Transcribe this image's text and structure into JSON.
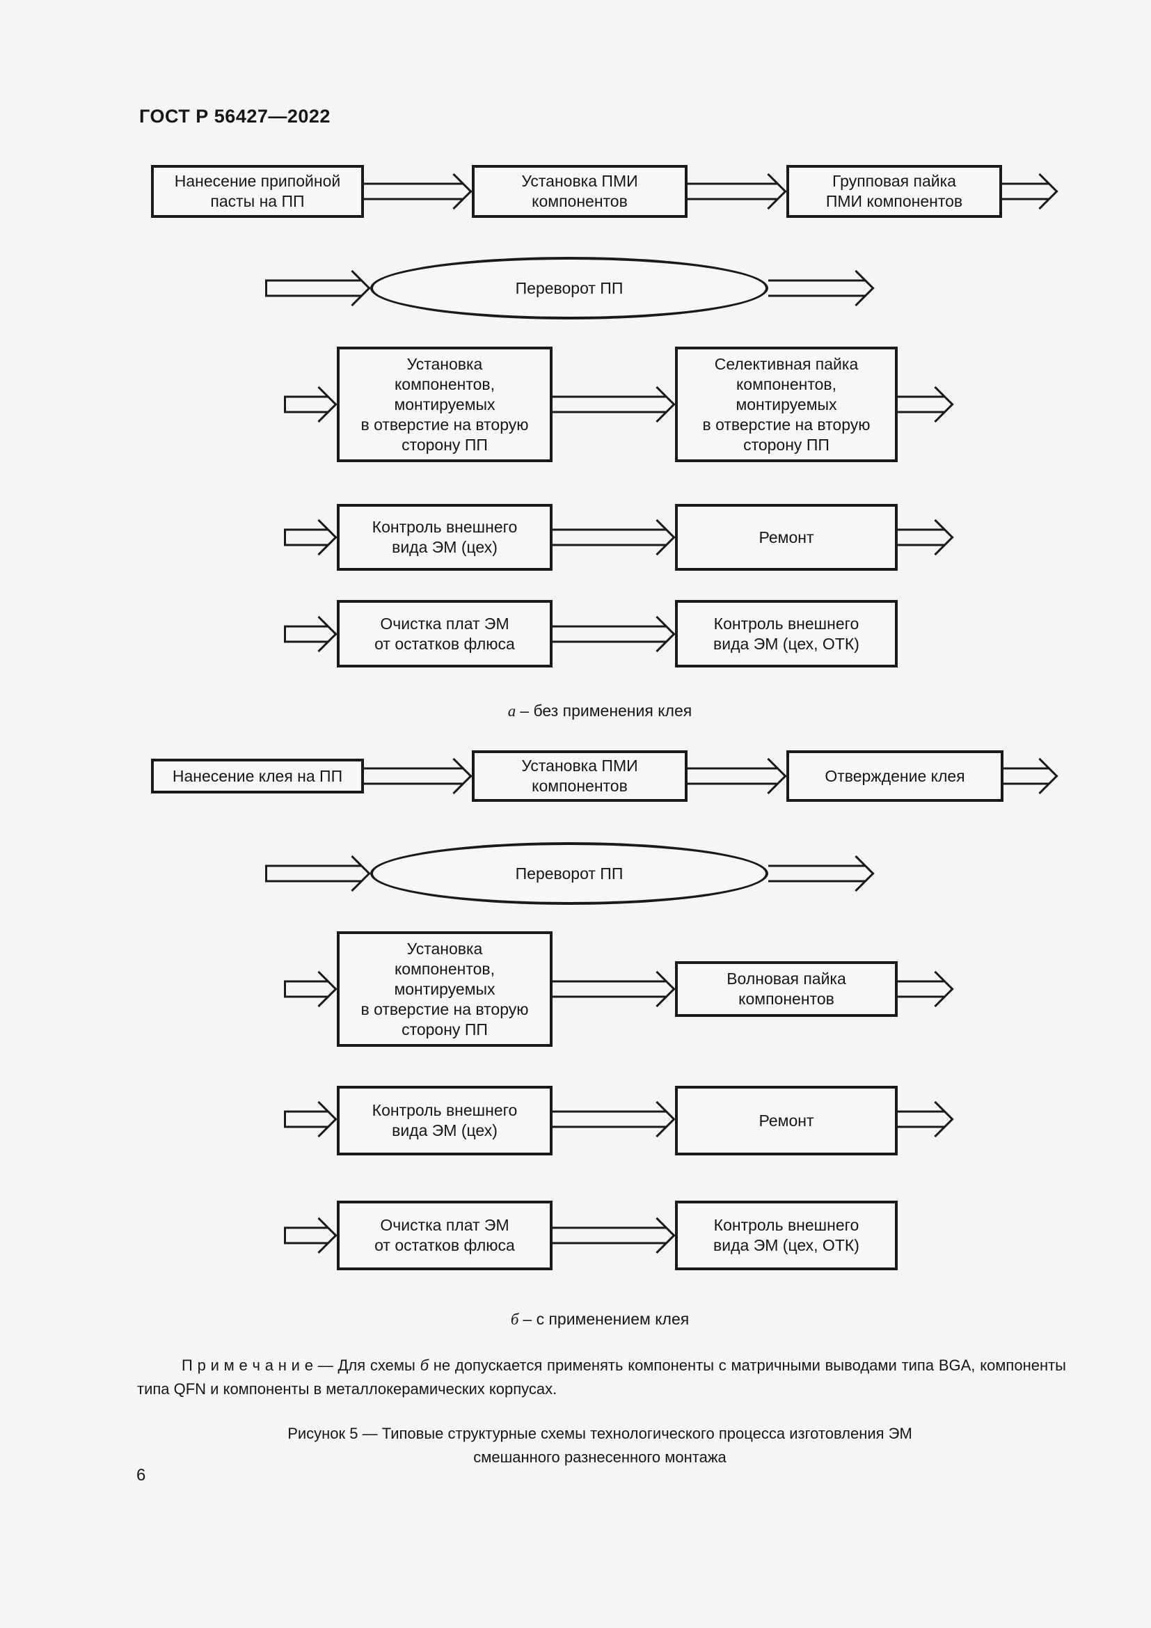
{
  "page": {
    "header": "ГОСТ Р 56427—2022",
    "page_number": "6",
    "accent_line_color": "#1a1a1a",
    "background_color": "#f5f5f3"
  },
  "diagram_a": {
    "step_solder_paste": "Нанесение припойной\nпасты на ПП",
    "step_place_smd": "Установка ПМИ\nкомпонентов",
    "step_group_soldering": "Групповая пайка\nПМИ компонентов",
    "flip": "Переворот ПП",
    "step_install_tht": "Установка\nкомпонентов,\nмонтируемых\nв отверстие на вторую\nсторону ПП",
    "step_selective_soldering": "Селективная пайка\nкомпонентов,\nмонтируемых\nв отверстие на вторую\nсторону ПП",
    "step_inspection_shop": "Контроль внешнего\nвида ЭМ (цех)",
    "step_repair": "Ремонт",
    "step_clean_flux": "Очистка плат ЭМ\nот остатков флюса",
    "step_inspection_otk": "Контроль внешнего\nвида ЭМ (цех, ОТК)",
    "caption_letter": "а",
    "caption_text": "– без применения клея"
  },
  "diagram_b": {
    "step_apply_glue": "Нанесение клея на ПП",
    "step_place_smd": "Установка ПМИ\nкомпонентов",
    "step_glue_curing": "Отверждение клея",
    "flip": "Переворот ПП",
    "step_install_tht": "Установка\nкомпонентов,\nмонтируемых\nв отверстие на вторую\nсторону ПП",
    "step_wave_soldering": "Волновая пайка\nкомпонентов",
    "step_inspection_shop": "Контроль внешнего\nвида ЭМ (цех)",
    "step_repair": "Ремонт",
    "step_clean_flux": "Очистка плат ЭМ\nот остатков флюса",
    "step_inspection_otk": "Контроль внешнего\nвида ЭМ (цех, ОТК)",
    "caption_letter": "б",
    "caption_text": "– с применением клея"
  },
  "note": {
    "prefix": "П р и м е ч а н и е — Для схемы ",
    "italic": "б",
    "suffix": " не допускается применять компоненты с матричными выводами типа BGA, компоненты типа QFN и компоненты в металлокерамических корпусах."
  },
  "figure_caption": {
    "line1": "Рисунок 5 — Типовые структурные схемы технологического процесса изготовления ЭМ",
    "line2": "смешанного разнесенного монтажа"
  }
}
